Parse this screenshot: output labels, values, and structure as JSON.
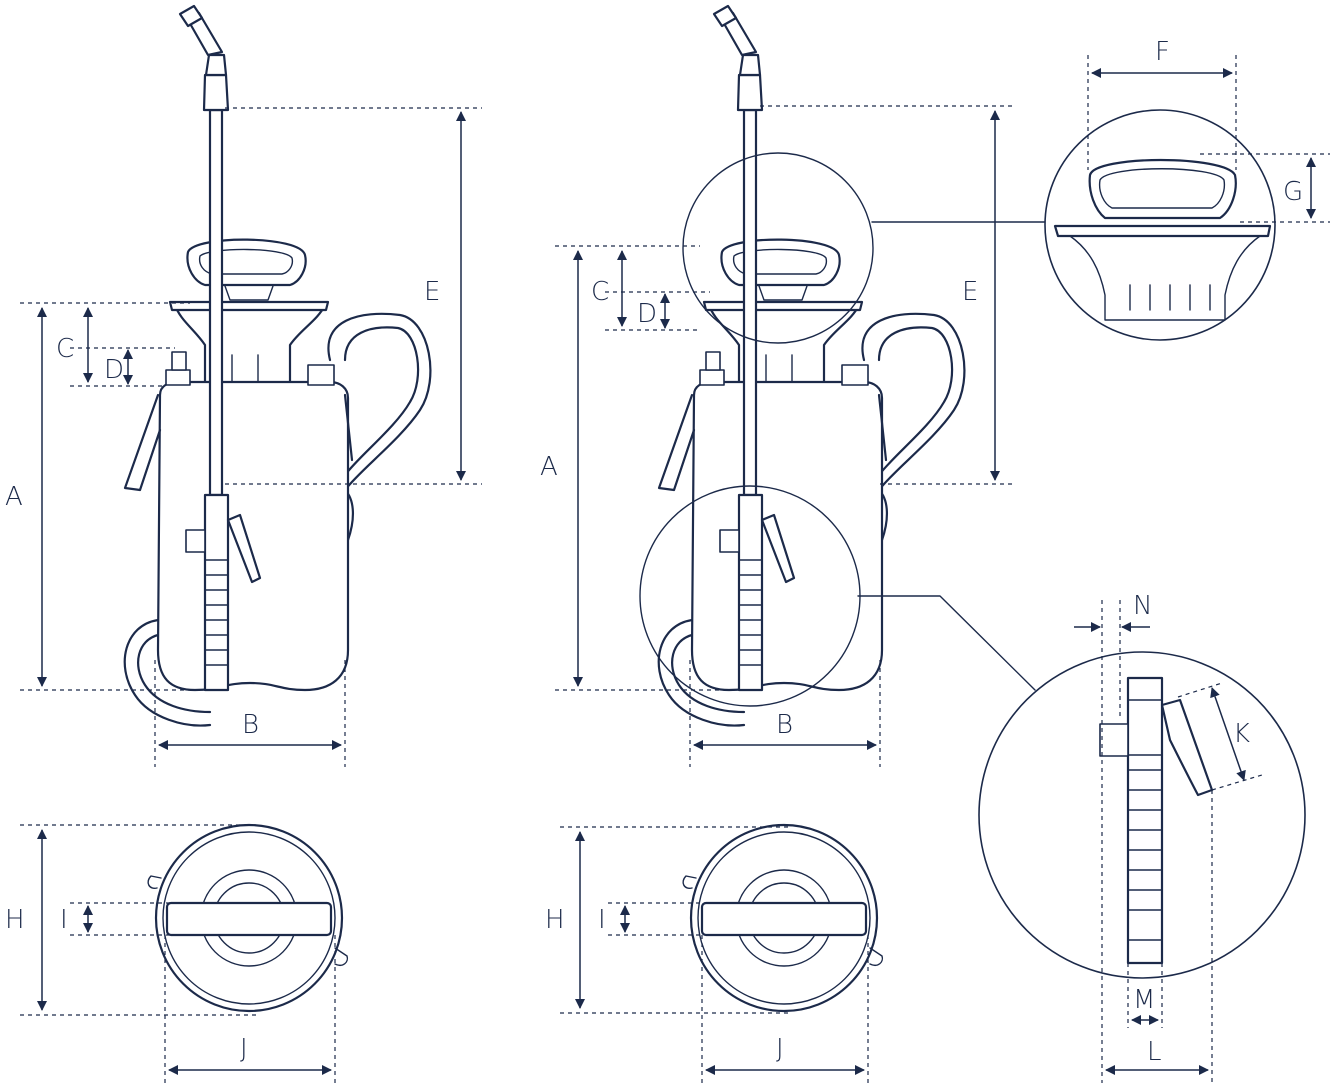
{
  "drawing": {
    "line_color": "#1c2a4a",
    "background": "#ffffff",
    "labels": {
      "A": "A",
      "B": "B",
      "C": "C",
      "D": "D",
      "E": "E",
      "F": "F",
      "G": "G",
      "H": "H",
      "I": "I",
      "J": "J",
      "K": "K",
      "L": "L",
      "M": "M",
      "N": "N"
    }
  }
}
